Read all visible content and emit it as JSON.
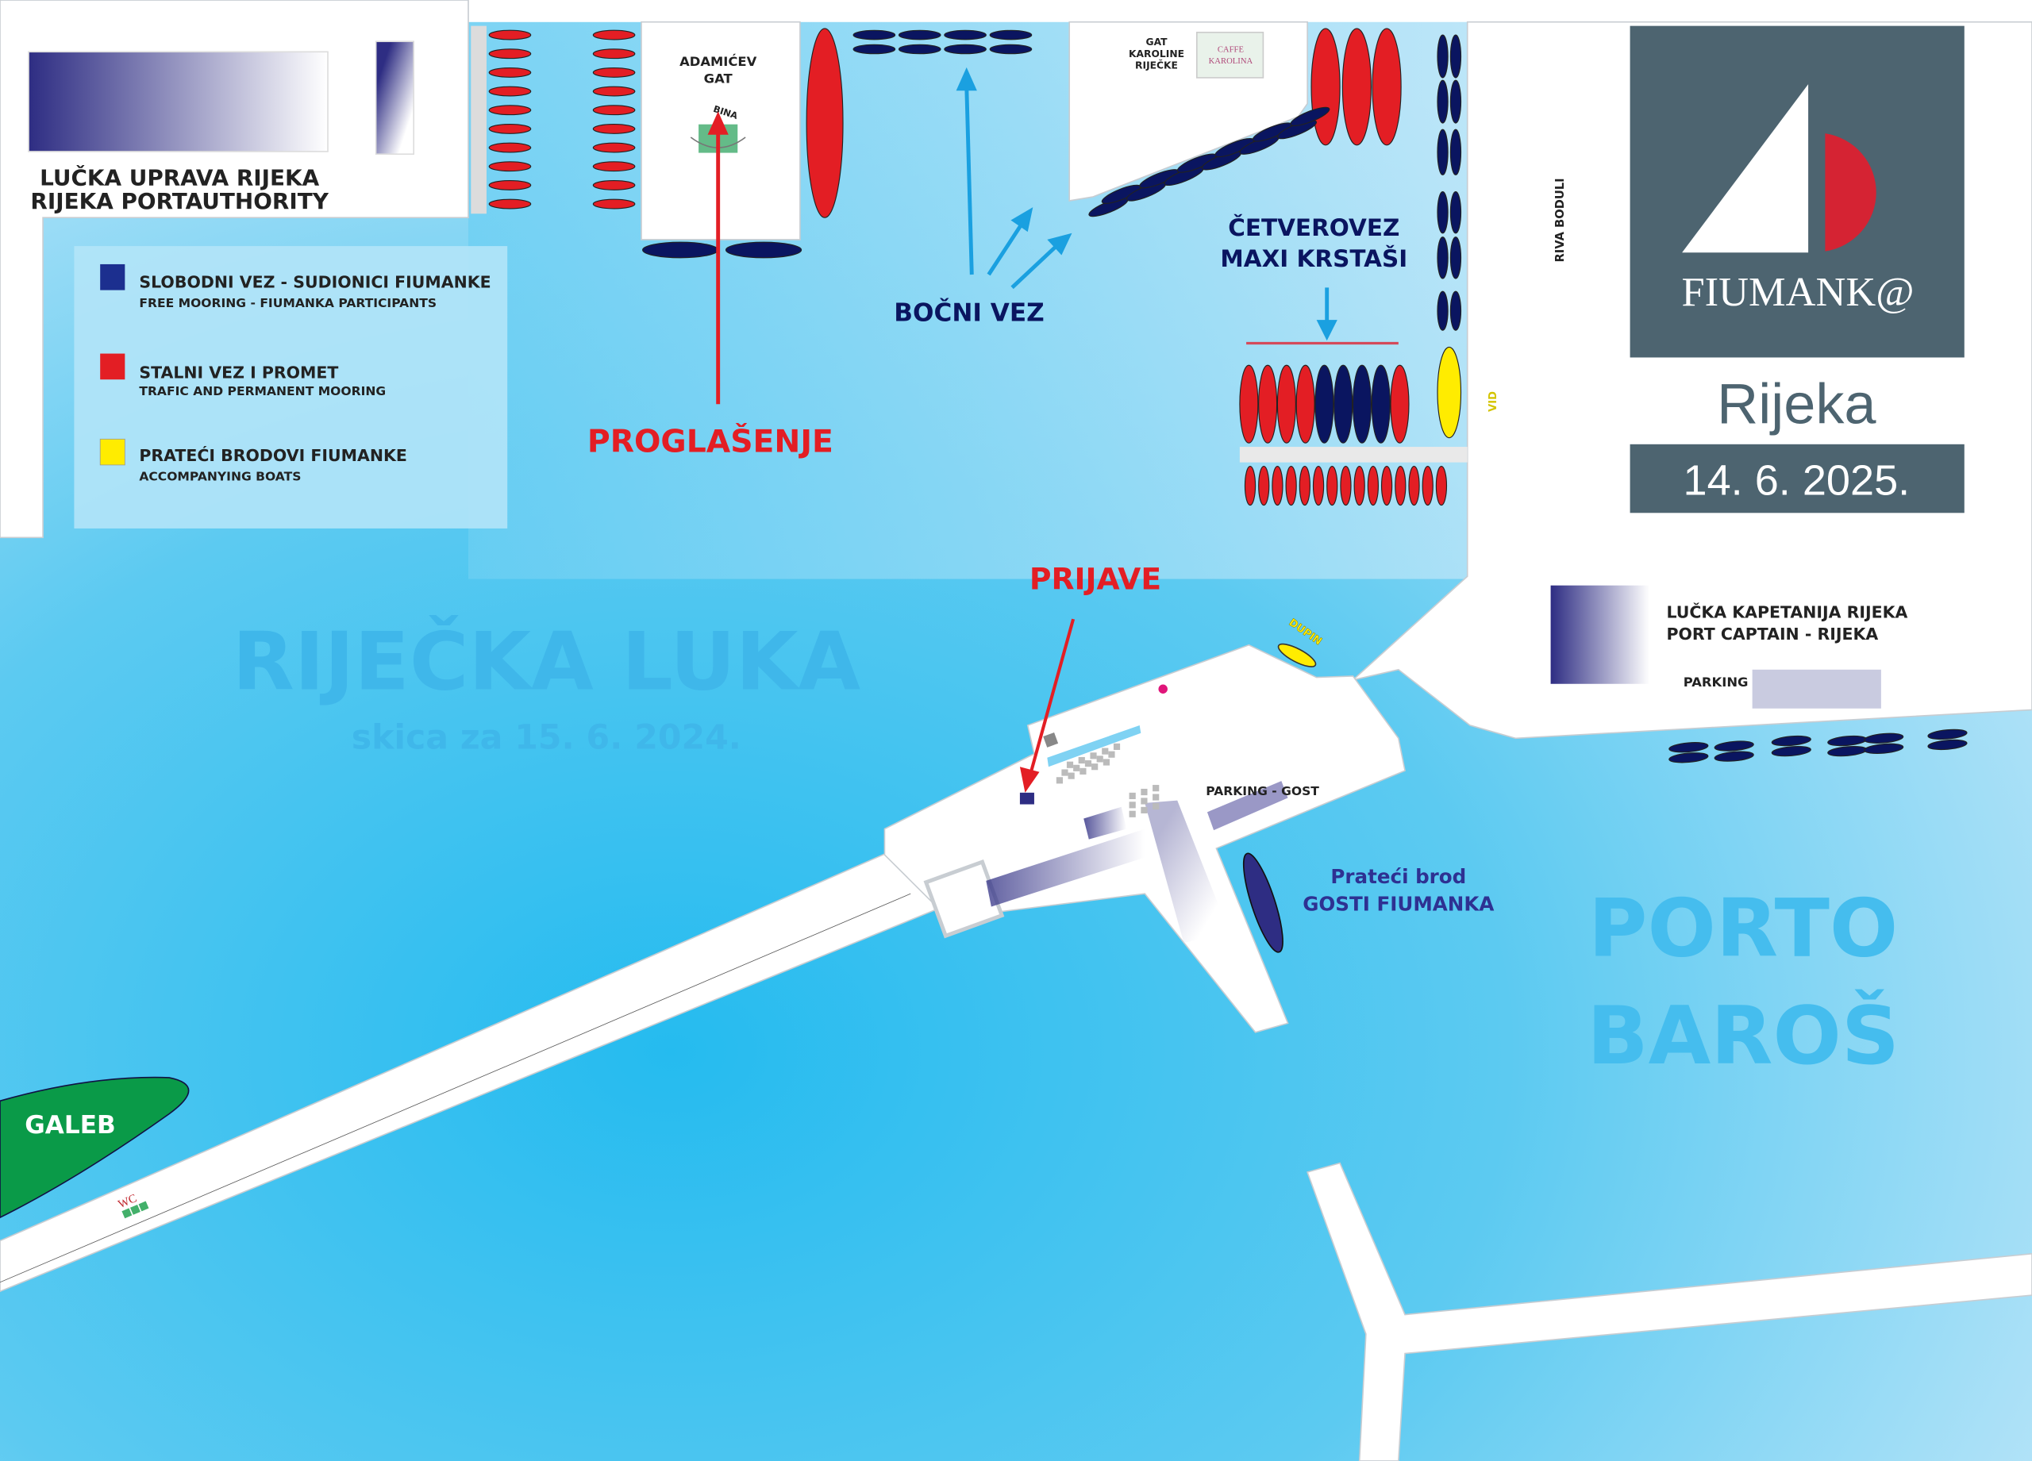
{
  "colors": {
    "sea": "#4cc4ef",
    "sea_light": "#b9e5f8",
    "red": "#e31e24",
    "navy": "#0a1560",
    "yellow": "#ffec00",
    "logo_bg": "#4d6470",
    "watermark": "#3fb7ea",
    "galeb": "#0a9a48"
  },
  "port_authority": {
    "line1": "LUČKA UPRAVA RIJEKA",
    "line2": "RIJEKA PORTAUTHORITY"
  },
  "adamicev_gat": {
    "line1": "ADAMIĆEV",
    "line2": "GAT",
    "stage": "BINA"
  },
  "legend": [
    {
      "color": "#1c2f8f",
      "title": "SLOBODNI VEZ - SUDIONICI FIUMANKE",
      "subtitle": "FREE MOORING - FIUMANKA PARTICIPANTS"
    },
    {
      "color": "#e31e24",
      "title": "STALNI VEZ I PROMET",
      "subtitle": "TRAFIC AND PERMANENT MOORING"
    },
    {
      "color": "#ffec00",
      "title": "PRATEĆI BRODOVI FIUMANKE",
      "subtitle": "ACCOMPANYING BOATS"
    }
  ],
  "labels": {
    "proglasenje": "PROGLAŠENJE",
    "bocni_vez": "BOČNI VEZ",
    "gat_karoline": [
      "GAT",
      "KAROLINE",
      "RIJEČKE"
    ],
    "caffe": [
      "CAFFE",
      "KAROLINA"
    ],
    "cetverovez": "ČETVEROVEZ",
    "maxi_krstasi": "MAXI KRSTAŠI",
    "riva_boduli": "RIVA BODULI",
    "vid": "VID",
    "prijave": "PRIJAVE",
    "dupin": "DUPIN",
    "rijecka_luka": "RIJEČKA LUKA",
    "skica": "skica za 15. 6. 2024.",
    "kapetanija_line1": "LUČKA KAPETANIJA RIJEKA",
    "kapetanija_line2": "PORT CAPTAIN - RIJEKA",
    "parking": "PARKING",
    "parking_gost": "PARKING - GOST",
    "prateci_brod": "Prateći brod",
    "gosti_fiumanka": "GOSTI FIUMANKA",
    "porto": "PORTO",
    "baros": "BAROŠ",
    "galeb": "GALEB",
    "wc": "WC"
  },
  "logo": {
    "brand": "FIUMANK@",
    "city": "Rijeka",
    "date": "14. 6. 2025."
  }
}
